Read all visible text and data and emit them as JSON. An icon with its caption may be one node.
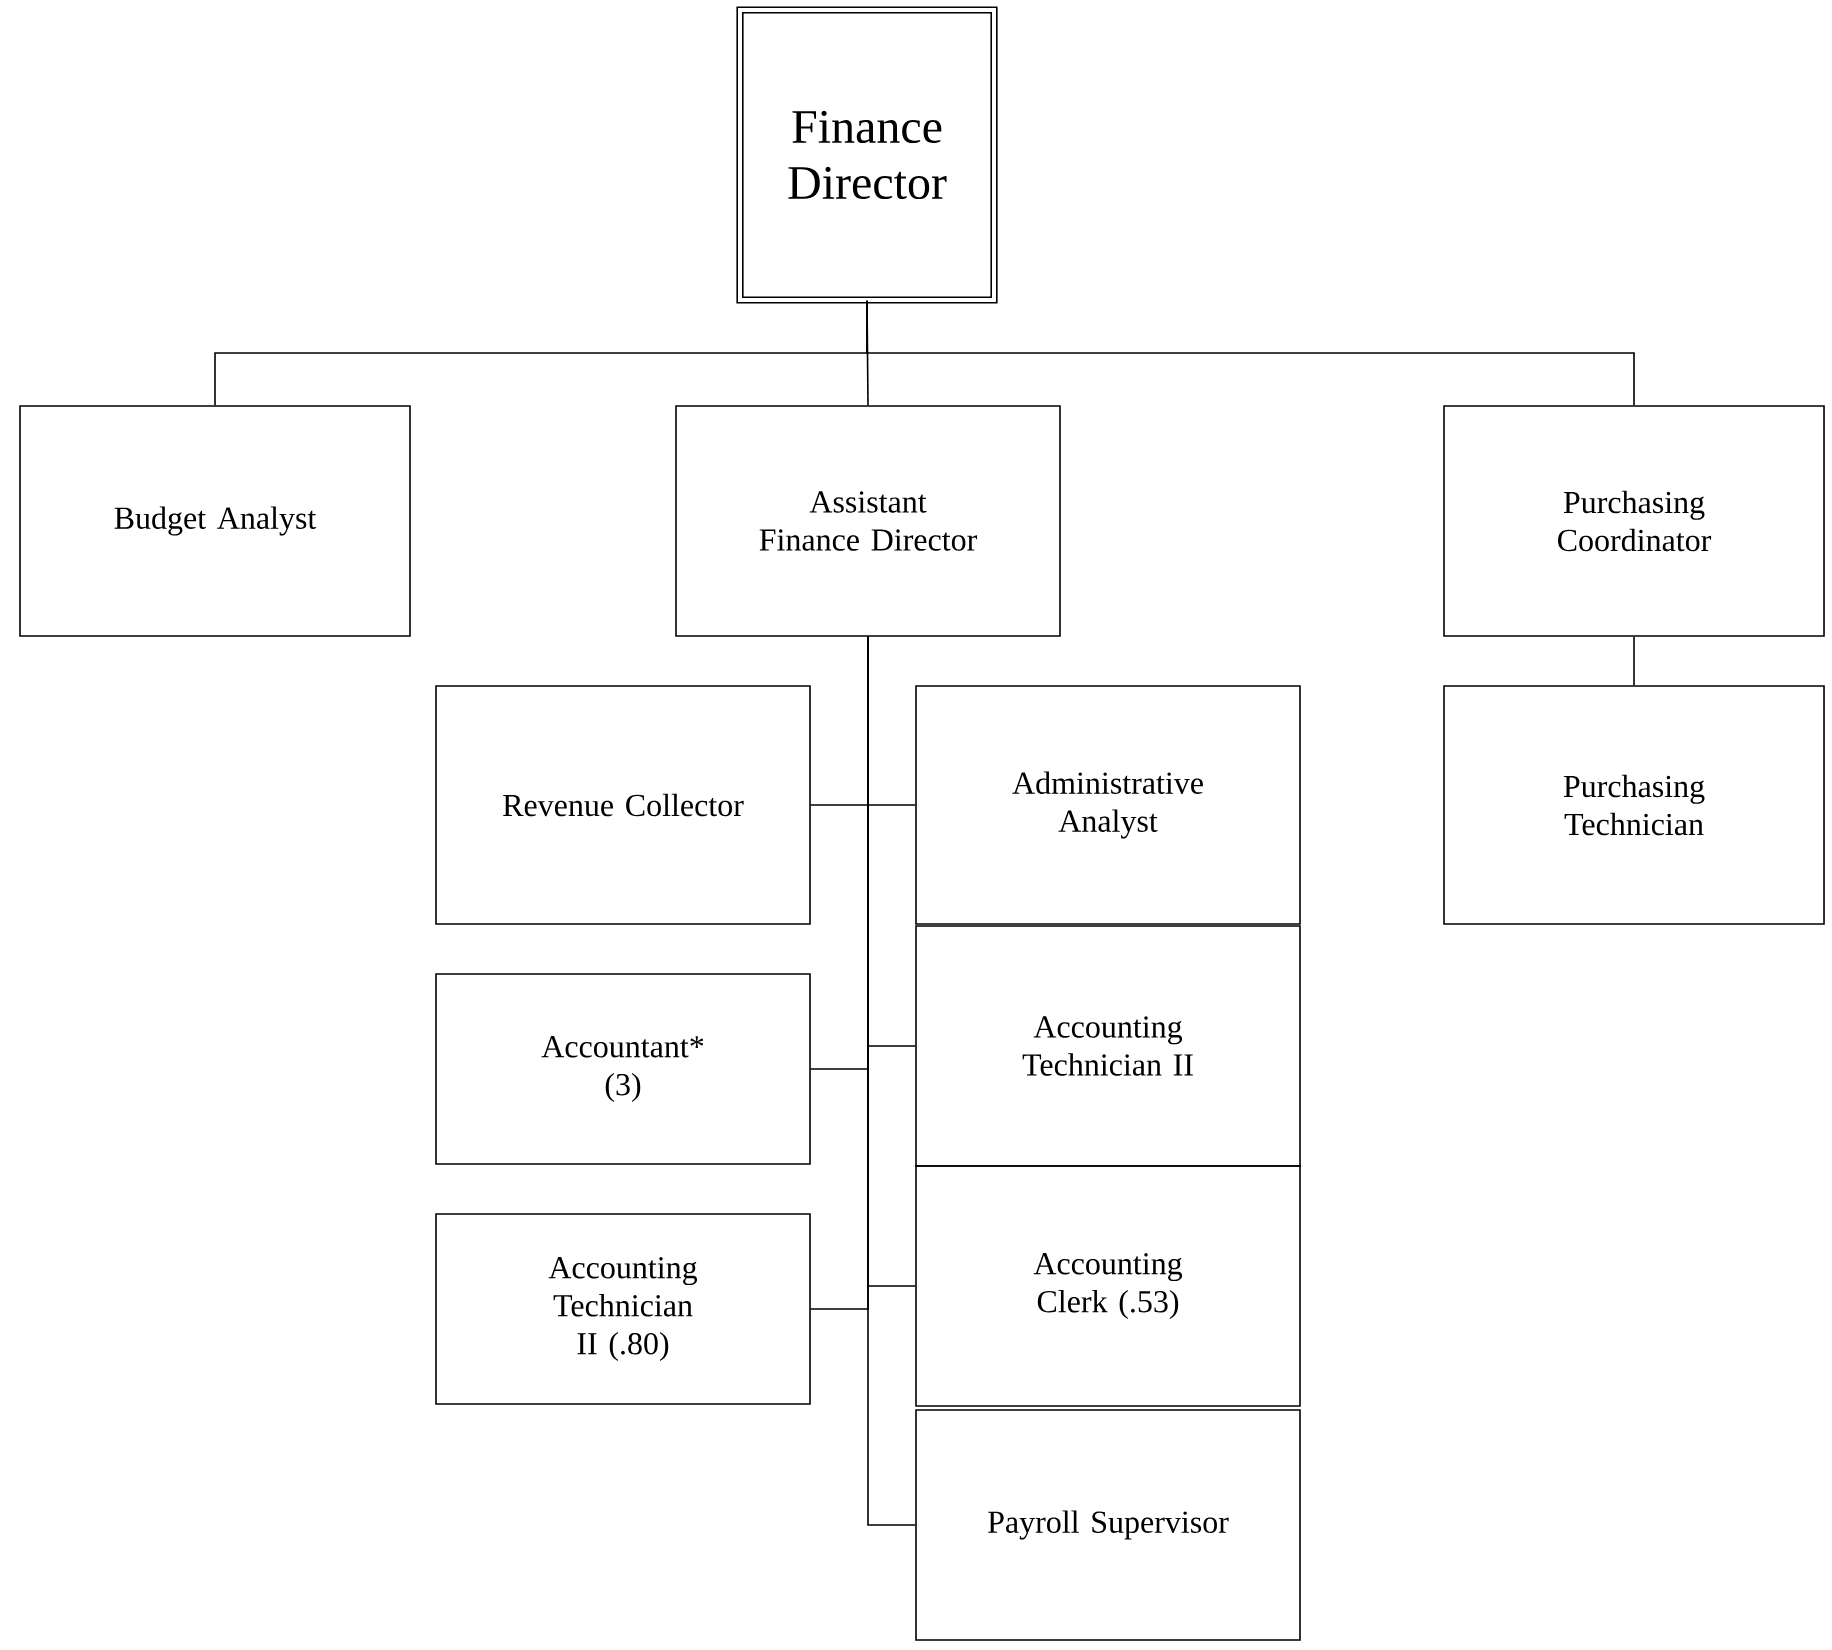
{
  "diagram": {
    "nodes": [
      {
        "text": [
          "Finance Director"
        ]
      },
      {
        "text": [
          "Budget Analyst"
        ]
      },
      {
        "text": [
          "Assistant Finance Director"
        ]
      },
      {
        "text": [
          "Purchasing Coordinator"
        ]
      },
      {
        "text": [
          "Revenue Collector"
        ]
      },
      {
        "text": [
          "Administrative Analyst"
        ]
      },
      {
        "text": [
          "Accountant* (3)"
        ]
      },
      {
        "text": [
          "Accounting Technician II"
        ]
      },
      {
        "text": [
          "Accounting Technician II (.80)"
        ]
      },
      {
        "text": [
          "Accounting Clerk (.53)"
        ]
      },
      {
        "text": [
          "Payroll Supervisor"
        ]
      },
      {
        "text": [
          "Purchasing Technician"
        ]
      }
    ],
    "edges": [
      {
        "from": 0,
        "to": 1,
        "arrow": "none"
      },
      {
        "from": 0,
        "to": 2,
        "arrow": "none"
      },
      {
        "from": 0,
        "to": 3,
        "arrow": "none"
      },
      {
        "from": 2,
        "to": 4,
        "arrow": "none"
      },
      {
        "from": 2,
        "to": 5,
        "arrow": "none"
      },
      {
        "from": 2,
        "to": 6,
        "arrow": "none"
      },
      {
        "from": 2,
        "to": 7,
        "arrow": "none"
      },
      {
        "from": 2,
        "to": 8,
        "arrow": "none"
      },
      {
        "from": 2,
        "to": 9,
        "arrow": "none"
      },
      {
        "from": 2,
        "to": 10,
        "arrow": "none"
      },
      {
        "from": 3,
        "to": 11,
        "arrow": "none"
      }
    ]
  }
}
